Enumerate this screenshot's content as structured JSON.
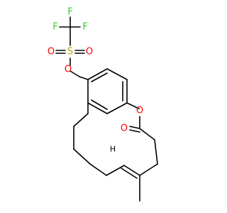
{
  "diagram": {
    "atoms": {
      "F1": "F",
      "F2": "F",
      "F3": "F",
      "S": "S",
      "O_s1": "O",
      "O_s2": "O",
      "O_ester": "O",
      "O_ring": "O",
      "O_carbonyl": "O",
      "H": "H"
    },
    "colors": {
      "bond": "#000000",
      "fluorine": "#33cc33",
      "sulfur": "#b3a300",
      "oxygen": "#ff0000",
      "carbon_text": "#000000"
    }
  }
}
